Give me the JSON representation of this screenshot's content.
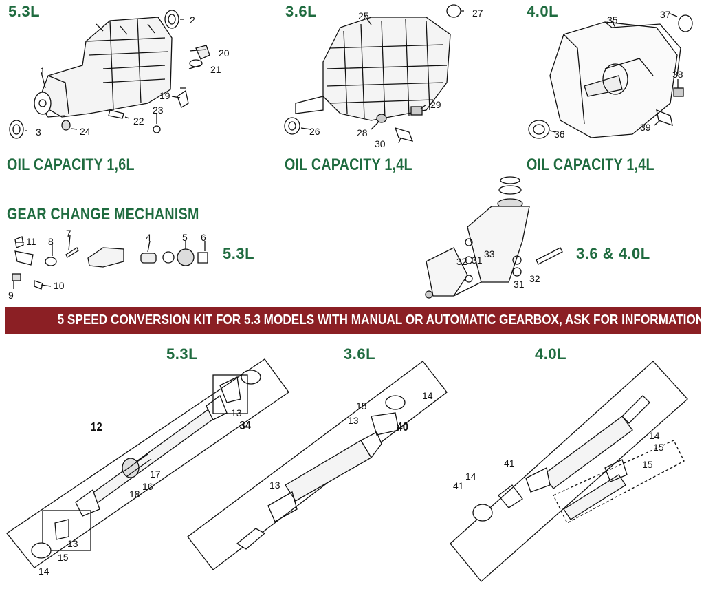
{
  "top_sections": [
    {
      "engine": "5.3L",
      "oil": "OIL CAPACITY 1,6L"
    },
    {
      "engine": "3.6L",
      "oil": "OIL CAPACITY 1,4L"
    },
    {
      "engine": "4.0L",
      "oil": "OIL CAPACITY 1,4L"
    }
  ],
  "gear_change": {
    "title": "GEAR CHANGE MECHANISM",
    "label_left": "5.3L",
    "label_right": "3.6 & 4.0L"
  },
  "banner": "5 SPEED CONVERSION KIT FOR 5.3 MODELS WITH MANUAL OR AUTOMATIC GEARBOX, ASK FOR INFORMATION",
  "propshafts": [
    {
      "engine": "5.3L",
      "main_part": "12"
    },
    {
      "engine": "3.6L",
      "main_part": "34"
    },
    {
      "engine": "4.0L",
      "main_part": "40"
    }
  ],
  "callouts": {
    "gearbox_53": [
      "1",
      "2",
      "3",
      "20",
      "21",
      "19",
      "22",
      "23",
      "24"
    ],
    "gearbox_36": [
      "25",
      "27",
      "26",
      "28",
      "29",
      "30"
    ],
    "gearbox_40": [
      "35",
      "37",
      "38",
      "36",
      "39"
    ],
    "gear_change_53": [
      "11",
      "8",
      "7",
      "4",
      "5",
      "6",
      "9",
      "10"
    ],
    "gear_change_3640": [
      "32",
      "31",
      "33",
      "31",
      "32"
    ],
    "prop_53": [
      "13",
      "17",
      "16",
      "18",
      "13",
      "15",
      "14"
    ],
    "prop_36": [
      "15",
      "14",
      "13",
      "13"
    ],
    "prop_40": [
      "14",
      "15",
      "41",
      "15",
      "14",
      "41"
    ]
  },
  "colors": {
    "heading_green": "#1f6b3f",
    "banner_red": "#8b1f24",
    "banner_text": "#ffffff"
  }
}
